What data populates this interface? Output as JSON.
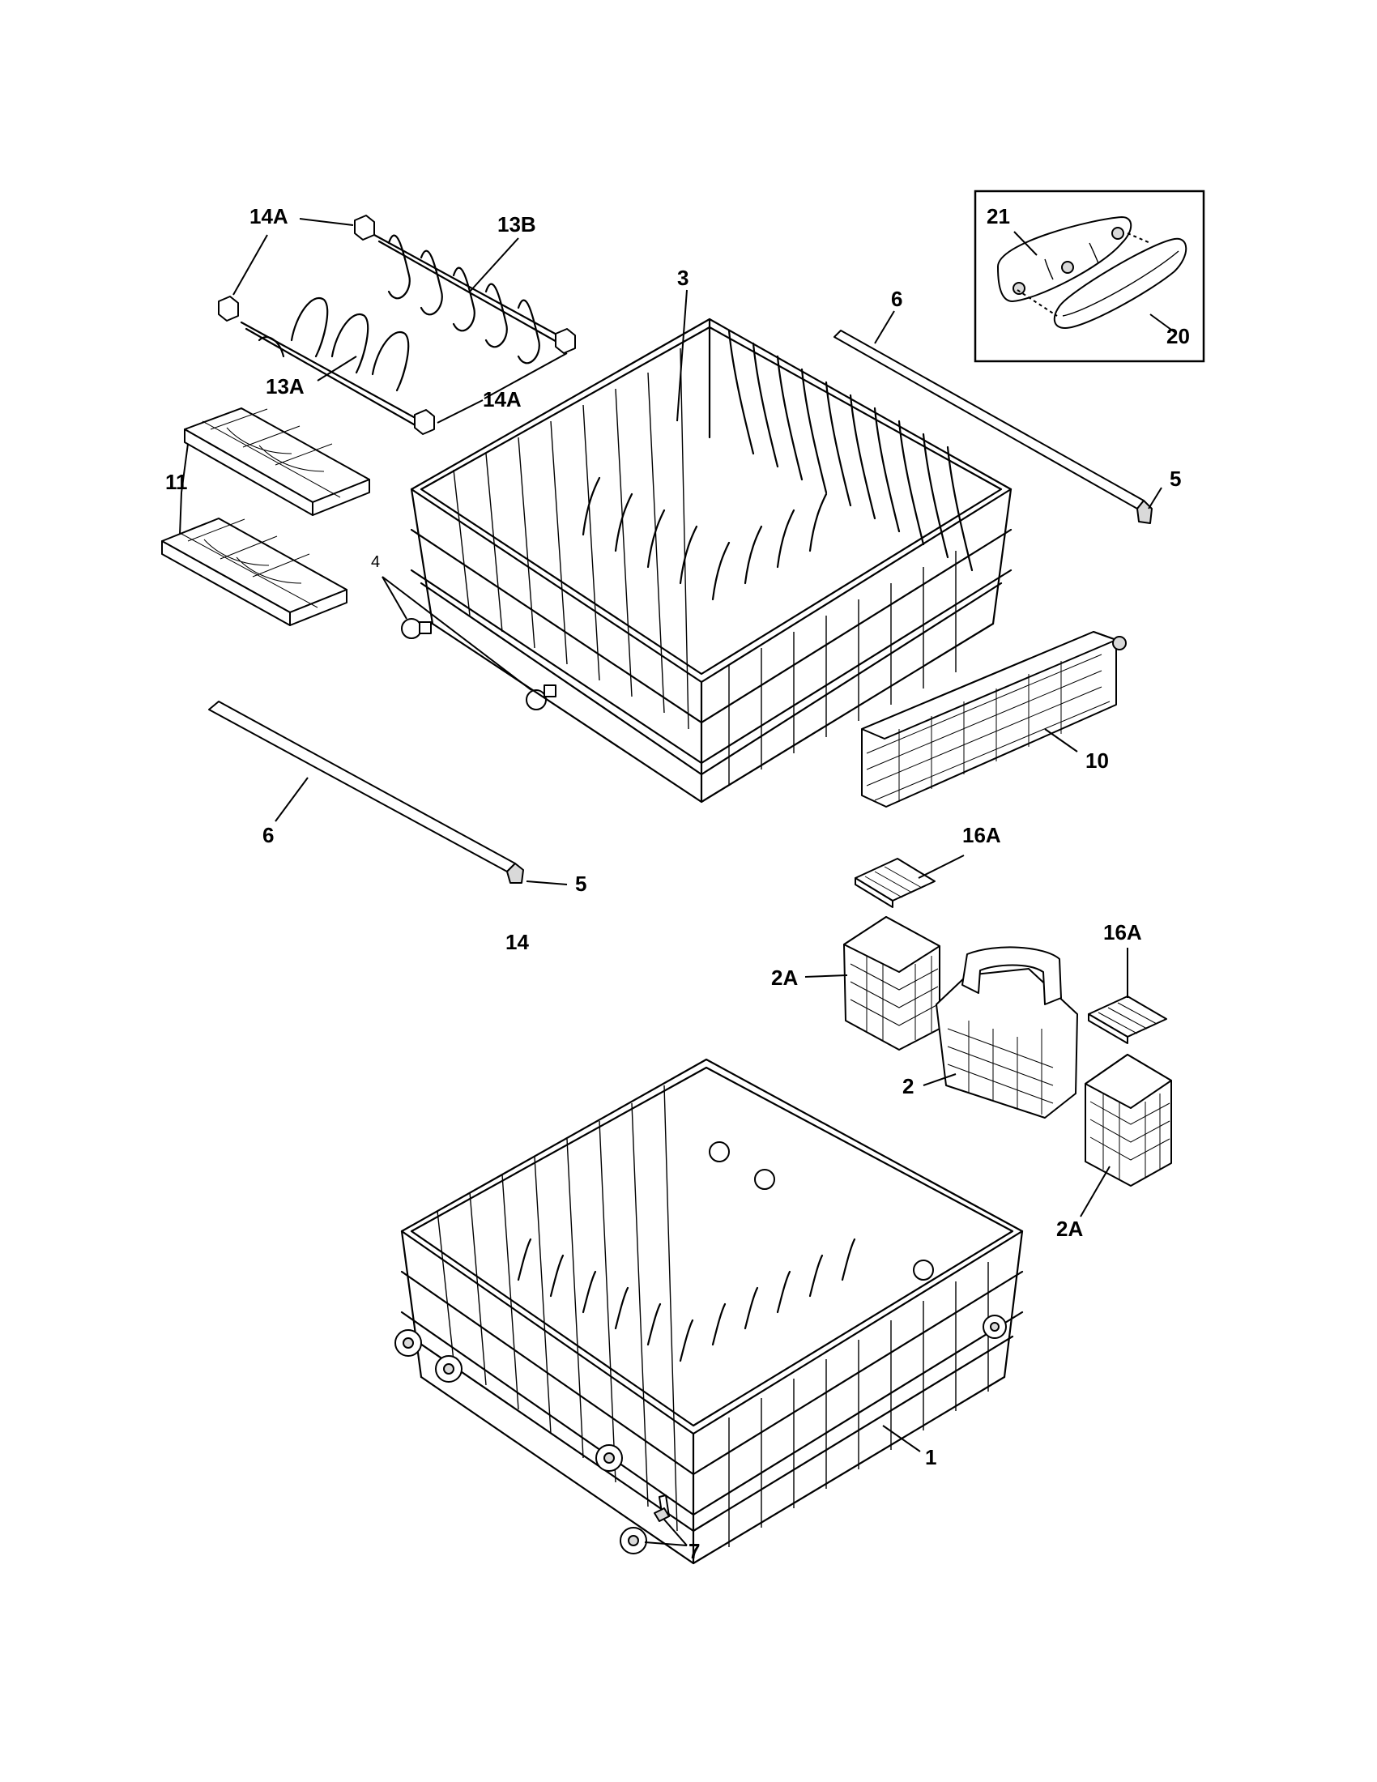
{
  "diagram": {
    "callouts": {
      "c_14a_top": "14A",
      "c_13b": "13B",
      "c_3": "3",
      "c_6_top": "6",
      "c_21": "21",
      "c_20": "20",
      "c_13a": "13A",
      "c_14a_bottom": "14A",
      "c_5_right": "5",
      "c_11": "11",
      "c_4": "4",
      "c_10": "10",
      "c_6_bottom": "6",
      "c_5_bottom": "5",
      "c_14": "14",
      "c_16a_top": "16A",
      "c_16a_right": "16A",
      "c_2a_left": "2A",
      "c_2": "2",
      "c_2a_right": "2A",
      "c_1": "1",
      "c_7": "7"
    }
  }
}
